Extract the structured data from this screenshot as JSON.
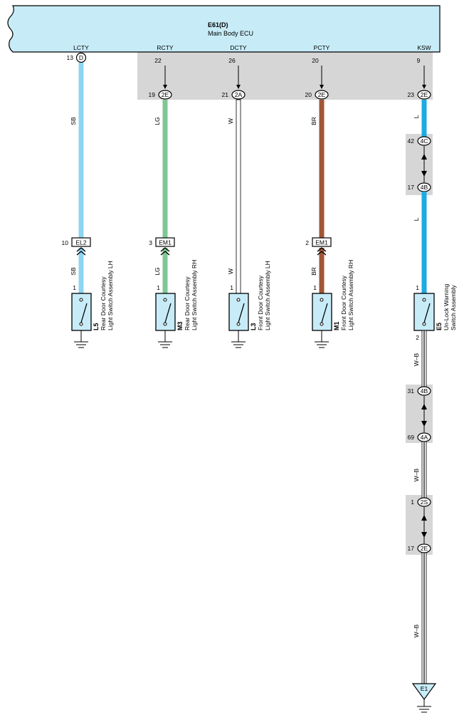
{
  "ecu": {
    "code": "E61(D)",
    "name": "Main Body ECU",
    "fill": "#c7ecf8",
    "terminals": [
      {
        "signal": "LCTY",
        "pin": "13",
        "connector": "D"
      },
      {
        "signal": "RCTY",
        "pin": "22"
      },
      {
        "signal": "DCTY",
        "pin": "26"
      },
      {
        "signal": "PCTY",
        "pin": "20"
      },
      {
        "signal": "KSW",
        "pin": "9"
      }
    ]
  },
  "circuits": [
    {
      "wire_color_label": "SB",
      "wire_hex": "#8dd5f2",
      "top_connector": null,
      "inline_connector": {
        "pin": "10",
        "label": "EL2"
      },
      "switch": {
        "pin": "1",
        "ref": "L5",
        "name_line1": "Rear Door Courtesy",
        "name_line2": "Light Switch Assembly LH"
      }
    },
    {
      "wire_color_label": "LG",
      "wire_hex": "#7ec893",
      "top_connector": {
        "pin": "19",
        "code": "2E"
      },
      "inline_connector": {
        "pin": "3",
        "label": "EM1"
      },
      "switch": {
        "pin": "1",
        "ref": "M3",
        "name_line1": "Rear Door Courtesy",
        "name_line2": "Light Switch Assembly RH"
      }
    },
    {
      "wire_color_label": "W",
      "wire_hex": "#ffffff",
      "top_connector": {
        "pin": "21",
        "code": "2A"
      },
      "inline_connector": null,
      "switch": {
        "pin": "1",
        "ref": "L3",
        "name_line1": "Front Door Courtesy",
        "name_line2": "Light Switch Assembly LH"
      }
    },
    {
      "wire_color_label": "BR",
      "wire_hex": "#a25635",
      "top_connector": {
        "pin": "20",
        "code": "2E"
      },
      "inline_connector": {
        "pin": "2",
        "label": "EM1"
      },
      "switch": {
        "pin": "1",
        "ref": "M1",
        "name_line1": "Front Door Courtesy",
        "name_line2": "Light Switch Assembly RH"
      }
    }
  ],
  "ksw_circuit": {
    "wire_upper_label": "L",
    "wire_upper_hex": "#1eaae2",
    "top_connector": {
      "pin": "23",
      "code": "2E"
    },
    "junction_upper": {
      "a_pin": "42",
      "a_code": "4C",
      "b_pin": "17",
      "b_code": "4B"
    },
    "switch": {
      "pin_top": "1",
      "pin_bottom": "2",
      "ref": "E5",
      "name_line1": "Un-Lock Warning",
      "name_line2": "Switch Assembly"
    },
    "wire_lower_label": "W–B",
    "junction_mid": {
      "a_pin": "31",
      "a_code": "4B",
      "b_pin": "69",
      "b_code": "4A"
    },
    "junction_low": {
      "a_pin": "1",
      "a_code": "2S",
      "b_pin": "17",
      "b_code": "2E"
    },
    "ground": "E1"
  },
  "colors": {
    "shaded_area": "#d6d6d6",
    "outline": "#000000"
  }
}
